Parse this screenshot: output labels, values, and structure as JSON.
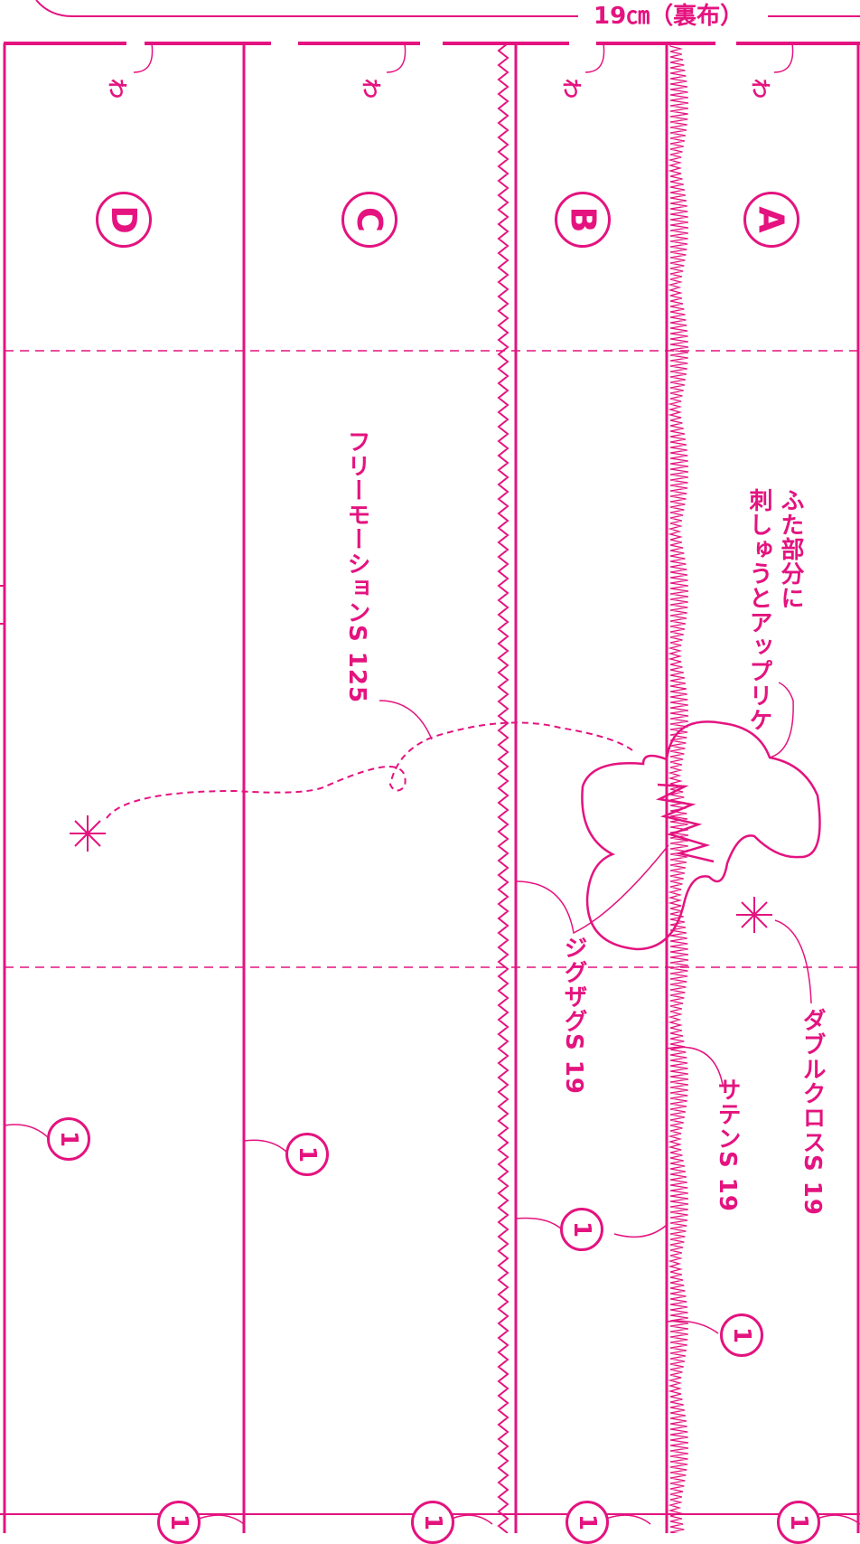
{
  "header": {
    "size_label": "19㎝（裏布）"
  },
  "panels": [
    {
      "id": "A",
      "letter": "A"
    },
    {
      "id": "B",
      "letter": "B"
    },
    {
      "id": "C",
      "letter": "C"
    },
    {
      "id": "D",
      "letter": "D"
    }
  ],
  "fold_mark": "わ",
  "number_marker": "1",
  "labels": {
    "lid_embroidery_line1": "ふた部分に",
    "lid_embroidery_line2": "刺しゅうとアップリケ",
    "free_motion": "フリーモーションS 125",
    "zigzag": "ジグザグS 19",
    "satin": "サテンS 19",
    "double_cross": "ダブルクロスS 19"
  },
  "colors": {
    "accent": "#e4137f"
  }
}
